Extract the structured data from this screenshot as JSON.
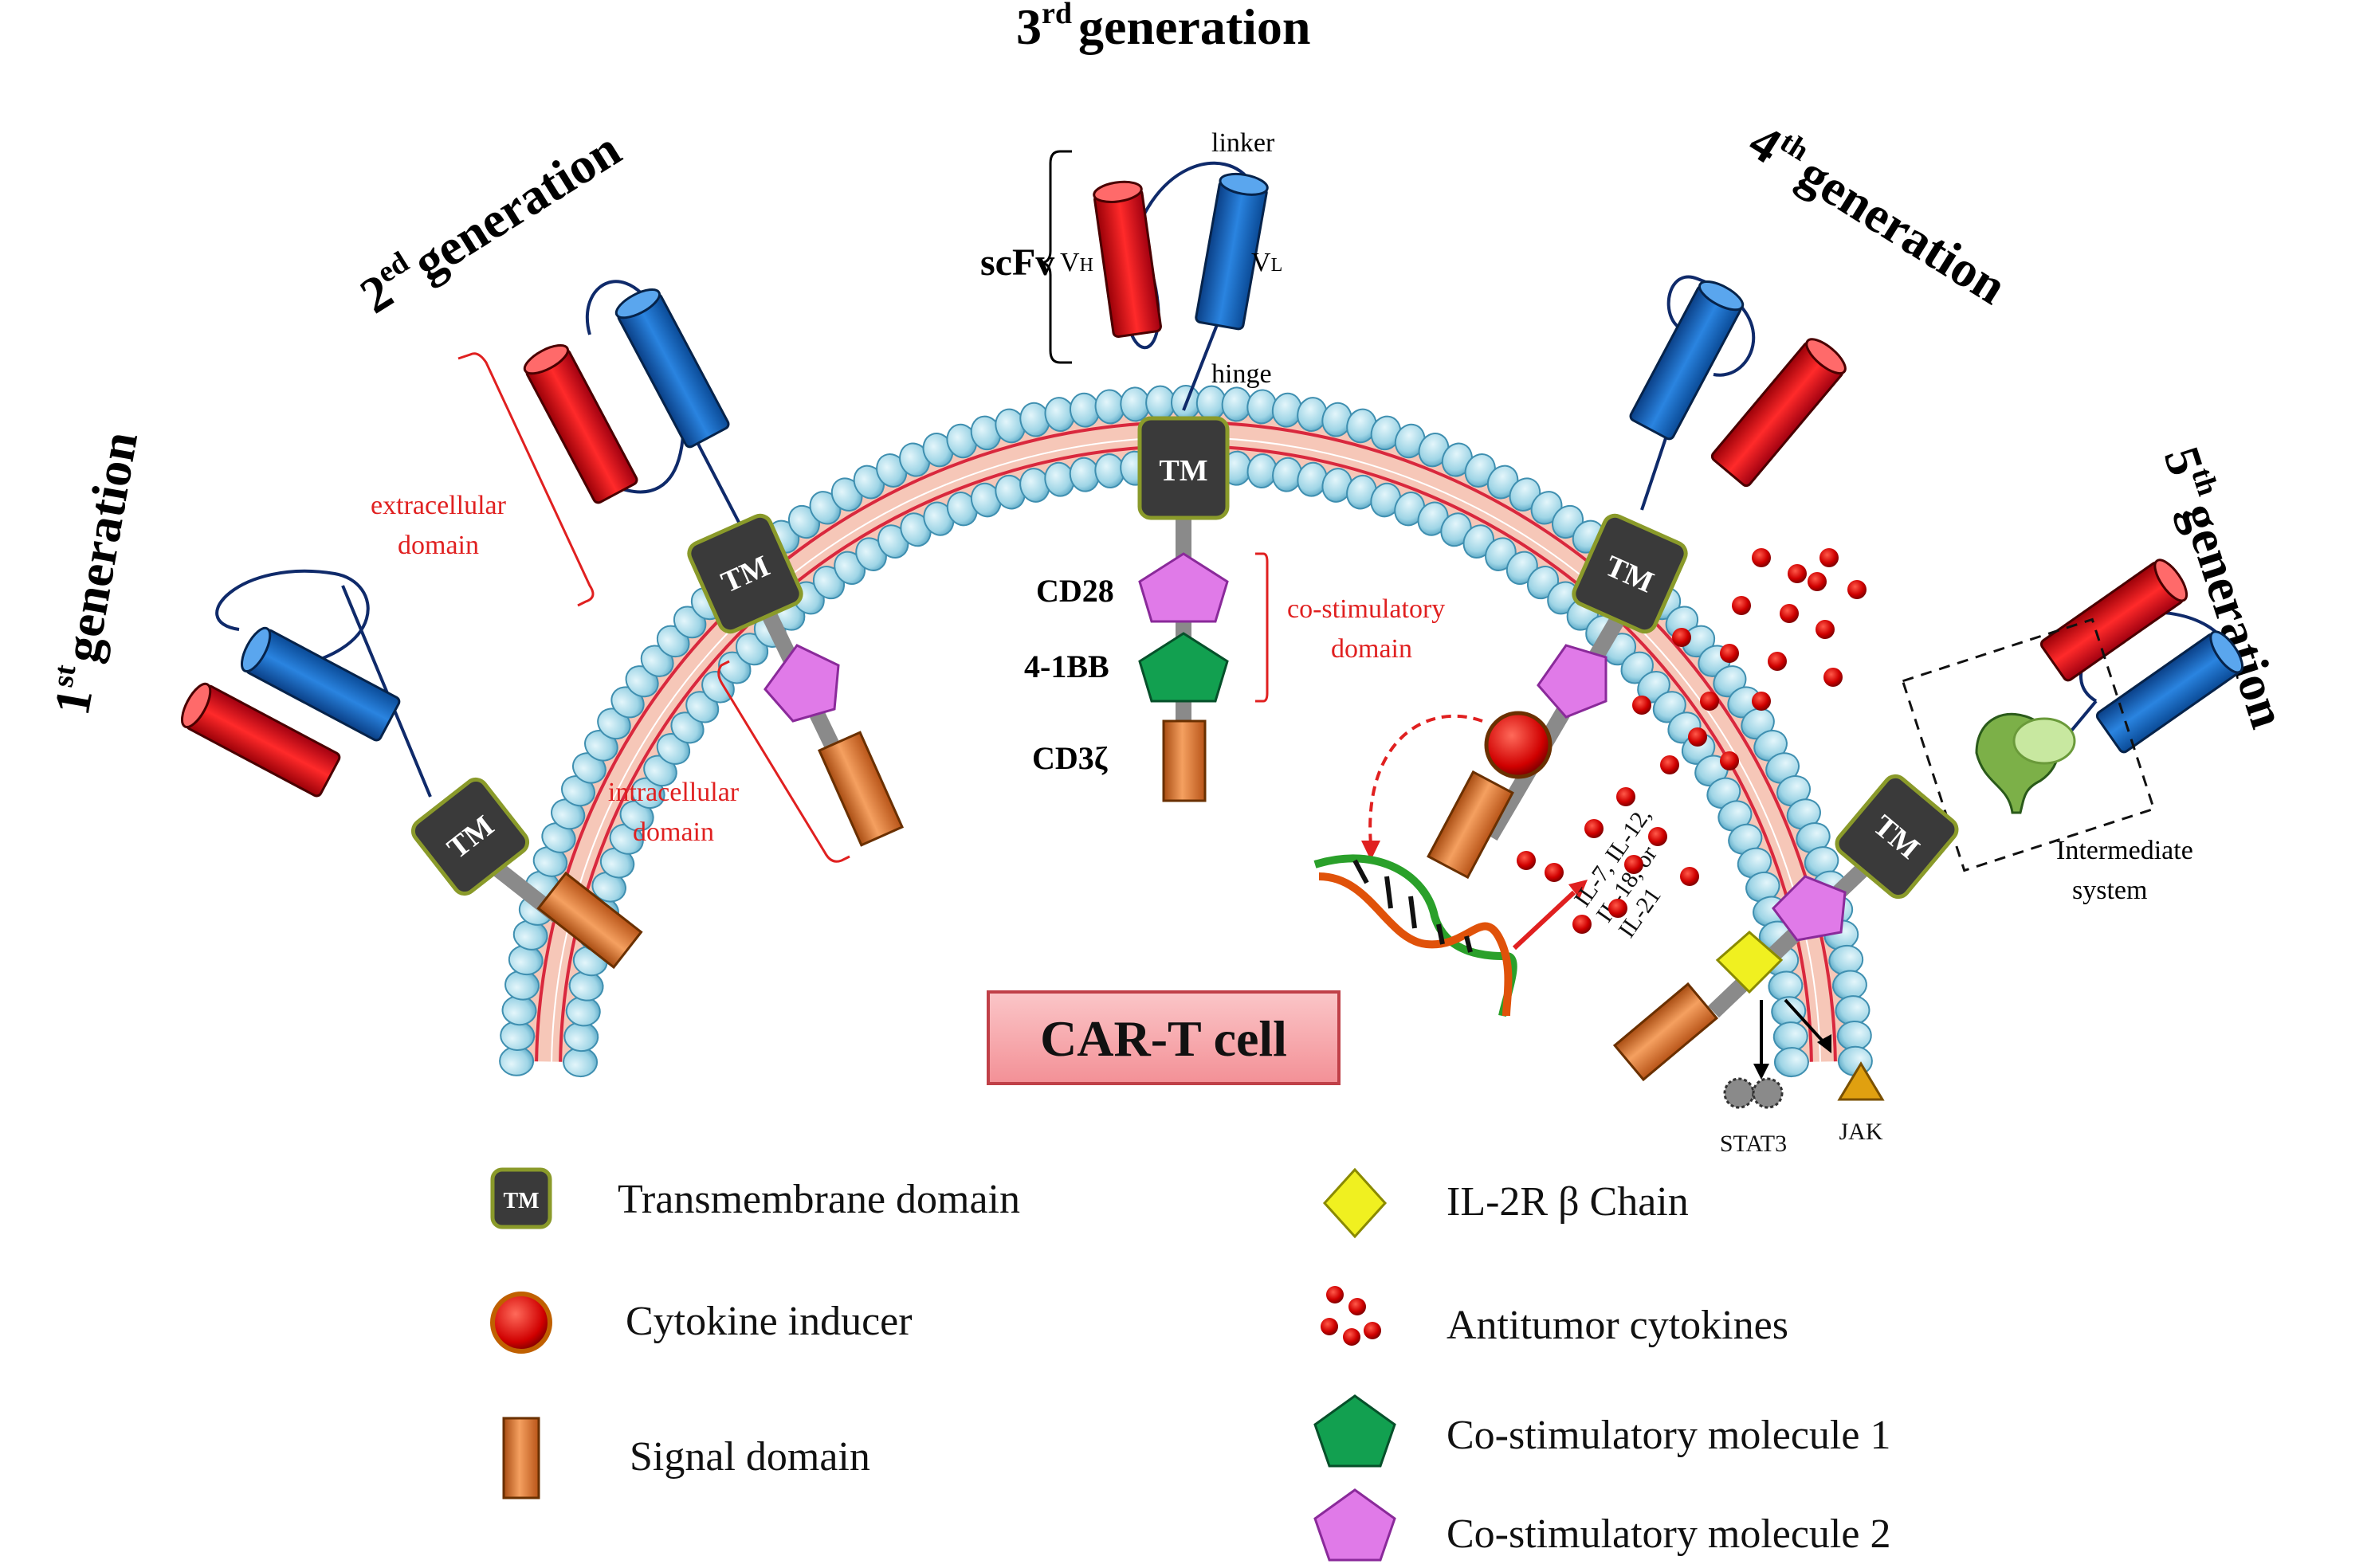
{
  "generations": {
    "first": {
      "num": "1",
      "sup": "st",
      "word": "generation"
    },
    "second": {
      "num": "2",
      "sup": "ed",
      "word": "generation"
    },
    "third": {
      "num": "3",
      "sup": "rd",
      "word": "generation"
    },
    "fourth": {
      "num": "4",
      "sup": "th",
      "word": "generation"
    },
    "fifth": {
      "num": "5",
      "sup": "th",
      "word": "generation"
    }
  },
  "tm_label": "TM",
  "scfv": {
    "label": "scFv",
    "vh": "V",
    "vh_sub": "H",
    "vl": "V",
    "vl_sub": "L",
    "linker": "linker",
    "hinge": "hinge"
  },
  "domains": {
    "extracellular_1": "extracellular",
    "extracellular_2": "domain",
    "intracellular_1": "intracellular",
    "intracellular_2": "domain",
    "costim_1": "co-stimulatory",
    "costim_2": "domain"
  },
  "third_gen_labels": {
    "cd28": "CD28",
    "bb": "4-1BB",
    "cd3": "CD3ζ"
  },
  "cytokines_label": {
    "line1": "IL-7, IL-12,",
    "line2": "IL-18, or",
    "line3": "IL-21"
  },
  "intermediate": {
    "line1": "Intermediate",
    "line2": "system"
  },
  "stat3": "STAT3",
  "jak": "JAK",
  "cell_label": "CAR-T cell",
  "legend": {
    "tm": "Transmembrane domain",
    "cytokine_inducer": "Cytokine inducer",
    "signal": "Signal domain",
    "il2r": "IL-2R β Chain",
    "antitumor": "Antitumor cytokines",
    "costim1": "Co-stimulatory molecule 1",
    "costim2": "Co-stimulatory molecule 2"
  },
  "colors": {
    "membrane_fill": "#f6c7b8",
    "membrane_line": "#d9283d",
    "lipid_head": "#9fd5e6",
    "lipid_head_border": "#3f8fb0",
    "tm_fill": "#3a3a3a",
    "tm_border": "#7a8a2a",
    "vh_red": "#e8101c",
    "vl_blue": "#1066c0",
    "costim1_green": "#12a050",
    "costim2_pink": "#e07ae8",
    "signal_orange": "#e0762a",
    "il2r_yellow": "#f0f020",
    "cytokine_red": "#c80000",
    "cart_box": "#f7a3a8"
  }
}
